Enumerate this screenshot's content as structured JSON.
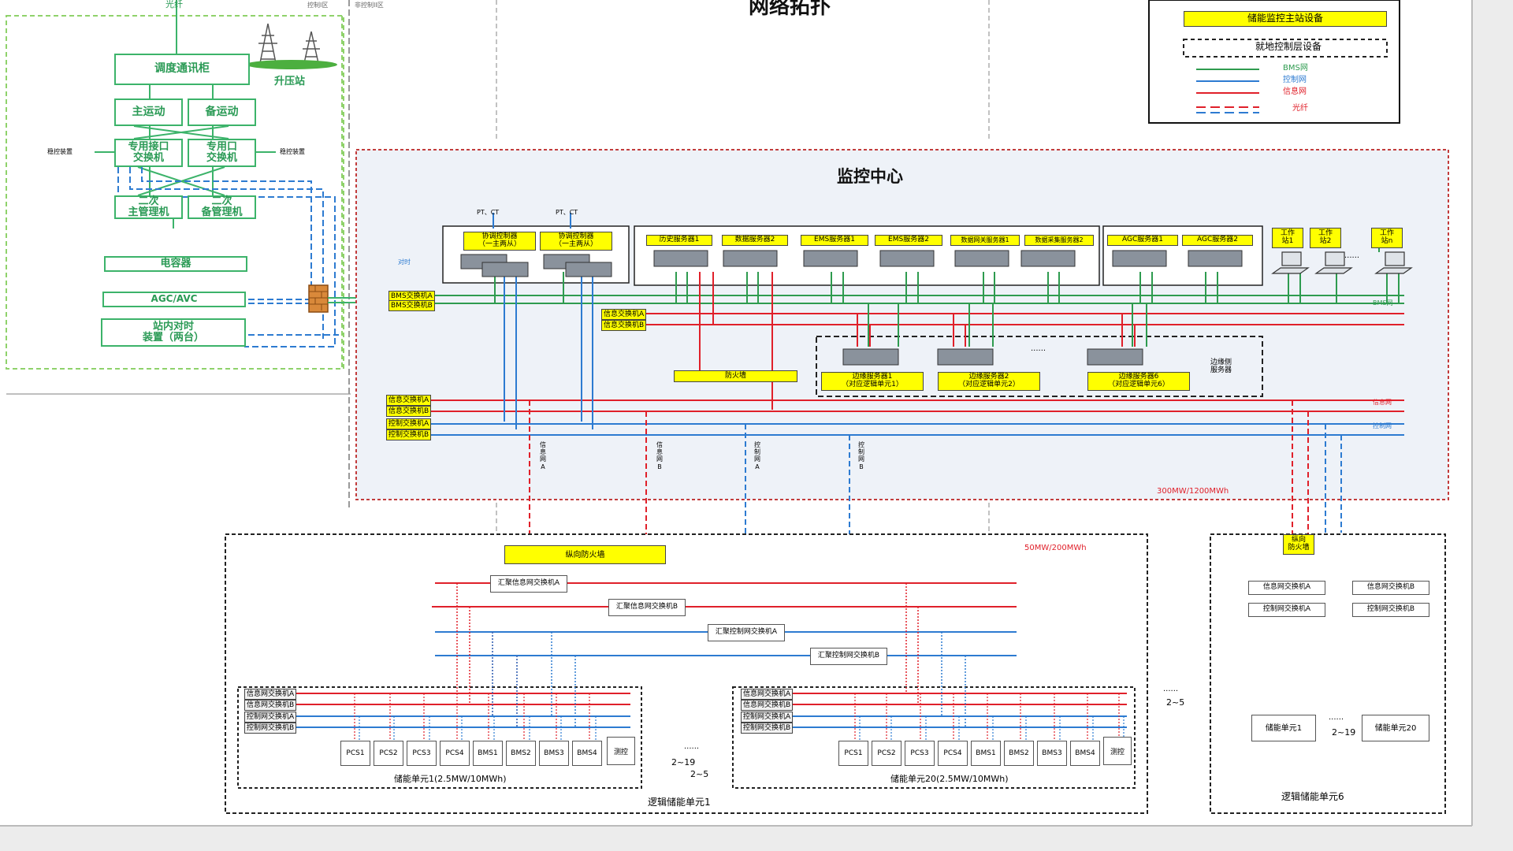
{
  "legend": {
    "station_equipment": "储能监控主站设备",
    "local_equipment": "就地控制层设备",
    "lines": [
      {
        "label": "BMS网",
        "color": "#2e9b4f"
      },
      {
        "label": "控制网",
        "color": "#2d7bd1"
      },
      {
        "label": "信息网",
        "color": "#e0202a"
      },
      {
        "label": "光纤",
        "color": "dashed"
      }
    ]
  },
  "top": {
    "title_partial": "网络拓扑",
    "fiber": "光纤",
    "zone1": "控制I区",
    "zone2": "非控制II区"
  },
  "substation": {
    "dispatch_cabinet": "调度通讯柜",
    "booster": "升压站",
    "main_station": "主运动",
    "backup_station": "备运动",
    "iface_switch_1": "专用接口\n交换机",
    "iface_switch_2": "专用口\n交换机",
    "secondary_main": "二次\n主管理机",
    "secondary_backup": "二次\n备管理机",
    "capacitor": "电容器",
    "agc_avc": "AGC/AVC",
    "time_sync": "站内对时\n装置（两台）",
    "side_left": "稳控装置",
    "side_right": "稳控装置"
  },
  "monitor": {
    "title": "监控中心",
    "capacity": "300MW/1200MWh",
    "pt_ct": [
      "PT、CT",
      "PT、CT"
    ],
    "coord_controllers": [
      "协调控制器\n（一主两从）",
      "协调控制器\n（一主两从）"
    ],
    "servers": [
      "历史服务器1",
      "数据服务器2",
      "EMS服务器1",
      "EMS服务器2",
      "数据网关服务器1",
      "数据采集服务器2"
    ],
    "agc_servers": [
      "AGC服务器1",
      "AGC服务器2"
    ],
    "workstations": [
      "工作\n站1",
      "工作\n站2",
      "工作\n站n"
    ],
    "ellipsis": "······",
    "bms_switches": [
      "BMS交换机A",
      "BMS交换机B"
    ],
    "bms_net": "BMS网",
    "info_switches_mid": [
      "信息交换机A",
      "信息交换机B"
    ],
    "firewall_mid": "防火墙",
    "edge_servers": [
      "边缘服务器1\n（对应逻辑单元1）",
      "边缘服务器2\n（对应逻辑单元2）",
      "边缘服务器6\n（对应逻辑单元6）"
    ],
    "edge_group_label": "边缘侧\n服务器",
    "left_switches": [
      "信息交换机A",
      "信息交换机B",
      "控制交换机A",
      "控制交换机B"
    ],
    "info_net": "信息网",
    "ctrl_net": "控制网",
    "vertical_labels": [
      "信息网A",
      "信息网B",
      "控制网A",
      "控制网B"
    ],
    "clock_tag": "对时"
  },
  "unit1": {
    "capacity": "50MW/200MWh",
    "firewall": "纵向防火墙",
    "agg_switches": [
      "汇聚信息网交换机A",
      "汇聚信息网交换机B",
      "汇聚控制网交换机A",
      "汇聚控制网交换机B"
    ],
    "local_switches": [
      "信息网交换机A",
      "信息网交换机B",
      "控制网交换机A",
      "控制网交换机B"
    ],
    "devices": [
      "PCS1",
      "PCS2",
      "PCS3",
      "PCS4",
      "BMS1",
      "BMS2",
      "BMS3",
      "BMS4",
      "测控"
    ],
    "unit_a": "储能单元1(2.5MW/10MWh)",
    "unit_b": "储能单元20(2.5MW/10MWh)",
    "mid_ellipsis": "······",
    "mid_range": "2~19",
    "group_label": "逻辑储能单元1"
  },
  "unit6": {
    "firewall": "纵向\n防火墙",
    "switches": [
      "信息网交换机A",
      "信息网交换机B",
      "控制网交换机A",
      "控制网交换机B"
    ],
    "unit_a": "储能单元1",
    "unit_b": "储能单元20",
    "range": "2~19",
    "group_label": "逻辑储能单元6"
  },
  "between": {
    "ellipsis": "······",
    "range": "2~5"
  }
}
